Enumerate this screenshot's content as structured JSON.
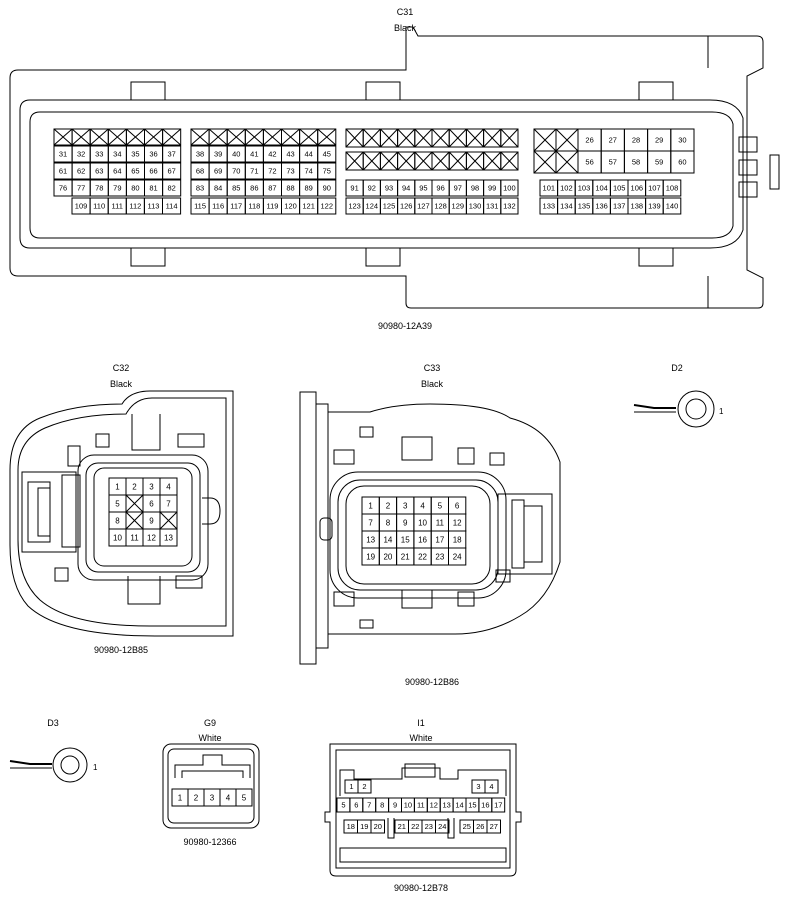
{
  "connectors": {
    "c31": {
      "id": "C31",
      "color": "Black",
      "part_number": "90980-12A39",
      "rows": {
        "g1r2": [
          "31",
          "32",
          "33",
          "34",
          "35",
          "36",
          "37"
        ],
        "g1r3": [
          "61",
          "62",
          "63",
          "64",
          "65",
          "66",
          "67"
        ],
        "g1r4": [
          "76",
          "77",
          "78",
          "79",
          "80",
          "81",
          "82"
        ],
        "g1r5": [
          "109",
          "110",
          "111",
          "112",
          "113",
          "114"
        ],
        "g2r2": [
          "38",
          "39",
          "40",
          "41",
          "42",
          "43",
          "44",
          "45"
        ],
        "g2r3": [
          "68",
          "69",
          "70",
          "71",
          "72",
          "73",
          "74",
          "75"
        ],
        "g2r4": [
          "83",
          "84",
          "85",
          "86",
          "87",
          "88",
          "89",
          "90"
        ],
        "g2r5": [
          "115",
          "116",
          "117",
          "118",
          "119",
          "120",
          "121",
          "122"
        ],
        "g3r3": [
          "91",
          "92",
          "93",
          "94",
          "95",
          "96",
          "97",
          "98",
          "99",
          "100"
        ],
        "g3r4": [
          "123",
          "124",
          "125",
          "126",
          "127",
          "128",
          "129",
          "130",
          "131",
          "132"
        ],
        "g4r1": [
          "26",
          "27",
          "28",
          "29",
          "30"
        ],
        "g4r2": [
          "56",
          "57",
          "58",
          "59",
          "60"
        ],
        "g4r3": [
          "101",
          "102",
          "103",
          "104",
          "105",
          "106",
          "107",
          "108"
        ],
        "g4r4": [
          "133",
          "134",
          "135",
          "136",
          "137",
          "138",
          "139",
          "140"
        ]
      }
    },
    "c32": {
      "id": "C32",
      "color": "Black",
      "part_number": "90980-12B85",
      "pins": [
        [
          "1",
          "2",
          "3",
          "4"
        ],
        [
          "5",
          "",
          "6",
          "7"
        ],
        [
          "8",
          "",
          "9",
          ""
        ],
        [
          "10",
          "11",
          "12",
          "13"
        ]
      ]
    },
    "c33": {
      "id": "C33",
      "color": "Black",
      "part_number": "90980-12B86",
      "pins": [
        [
          "1",
          "2",
          "3",
          "4",
          "5",
          "6"
        ],
        [
          "7",
          "8",
          "9",
          "10",
          "11",
          "12"
        ],
        [
          "13",
          "14",
          "15",
          "16",
          "17",
          "18"
        ],
        [
          "19",
          "20",
          "21",
          "22",
          "23",
          "24"
        ]
      ]
    },
    "d2": {
      "id": "D2",
      "pin": "1"
    },
    "d3": {
      "id": "D3",
      "pin": "1"
    },
    "g9": {
      "id": "G9",
      "color": "White",
      "part_number": "90980-12366",
      "pins": [
        "1",
        "2",
        "3",
        "4",
        "5"
      ]
    },
    "i1": {
      "id": "I1",
      "color": "White",
      "part_number": "90980-12B78",
      "row1_left": [
        "1",
        "2"
      ],
      "row1_right": [
        "3",
        "4"
      ],
      "row2": [
        "5",
        "6",
        "7",
        "8",
        "9",
        "10",
        "11",
        "12",
        "13",
        "14",
        "15",
        "16",
        "17"
      ],
      "row3_a": [
        "18",
        "19",
        "20"
      ],
      "row3_b": [
        "21",
        "22",
        "23",
        "24"
      ],
      "row3_c": [
        "25",
        "26",
        "27"
      ]
    }
  }
}
